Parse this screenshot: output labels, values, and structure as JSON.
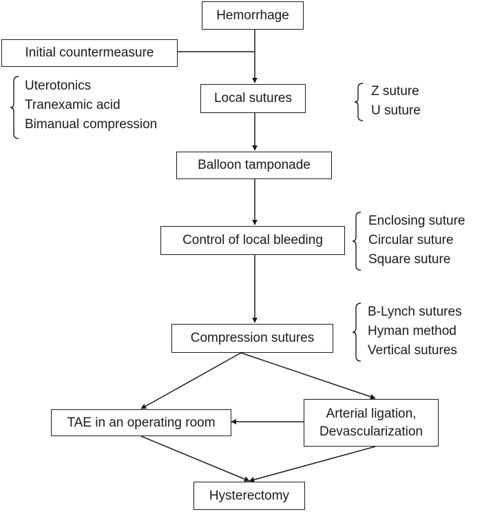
{
  "nodes": {
    "hemorrhage": "Hemorrhage",
    "initial_countermeasure": "Initial countermeasure",
    "local_sutures": "Local sutures",
    "balloon_tamponade": "Balloon tamponade",
    "control_local_bleeding": "Control of local bleeding",
    "compression_sutures": "Compression sutures",
    "tae": "TAE in an operating room",
    "arterial_ligation": [
      "Arterial ligation,",
      "Devascularization"
    ],
    "hysterectomy": "Hysterectomy"
  },
  "notes": {
    "initial_options": [
      "Uterotonics",
      "Tranexamic acid",
      "Bimanual compression"
    ],
    "local_suture_types": [
      "Z suture",
      "U suture"
    ],
    "local_bleeding_sutures": [
      "Enclosing suture",
      "Circular suture",
      "Square suture"
    ],
    "compression_suture_types": [
      "B-Lynch sutures",
      "Hyman method",
      "Vertical sutures"
    ]
  },
  "colors": {
    "line": "#1a1a1a",
    "background": "#ffffff"
  }
}
